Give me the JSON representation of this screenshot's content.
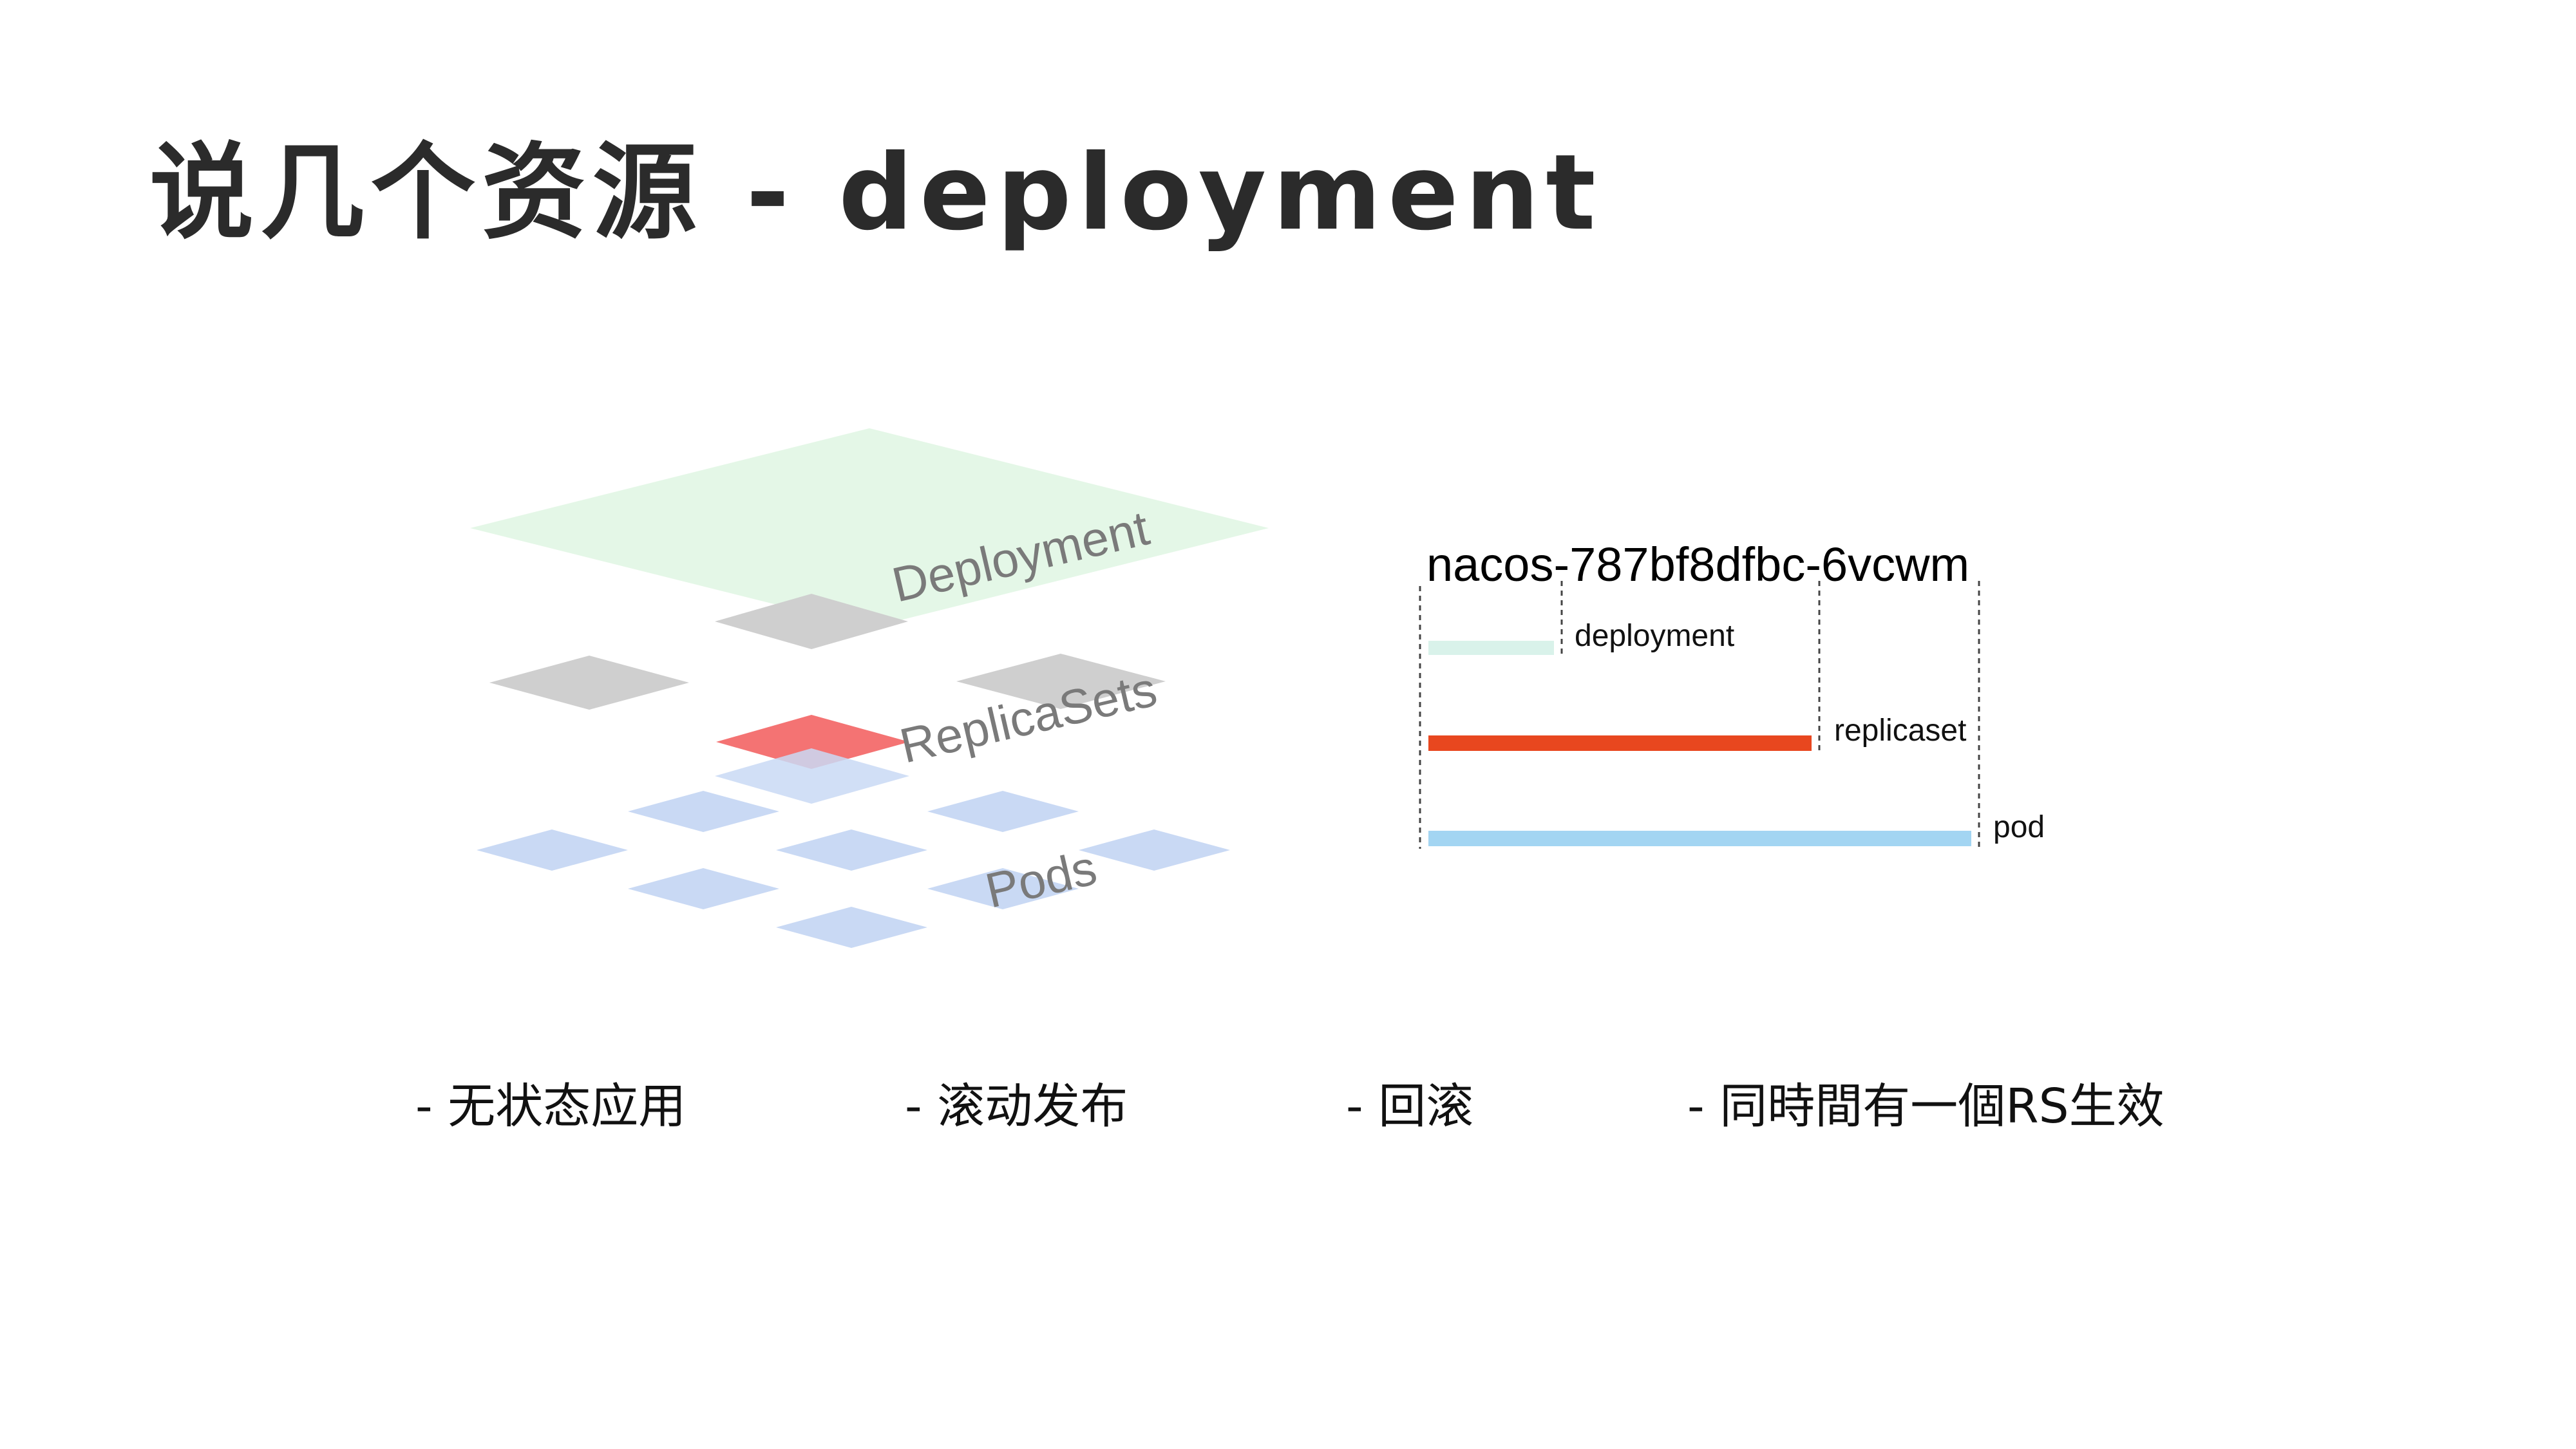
{
  "title": "说几个资源 - deployment",
  "stack_diagram": {
    "layers": {
      "deployment": "Deployment",
      "replicasets": "ReplicaSets",
      "pods": "Pods"
    },
    "colors": {
      "deployment": "#e3f7e6",
      "replicaset": "#cccccc",
      "replicaset_active": "#f36c6c",
      "pod": "#c9d9f4"
    }
  },
  "pod_name_diagram": {
    "pod_name": "nacos-787bf8dfbc-6vcwm",
    "segments": [
      {
        "label": "deployment",
        "color": "#d9f2ea"
      },
      {
        "label": "replicaset",
        "color": "#e8471f"
      },
      {
        "label": "pod",
        "color": "#a3d5f2"
      }
    ]
  },
  "features": [
    "- 无状态应用",
    "- 滚动发布",
    "- 回滚",
    "- 同時間有一個RS生效"
  ]
}
